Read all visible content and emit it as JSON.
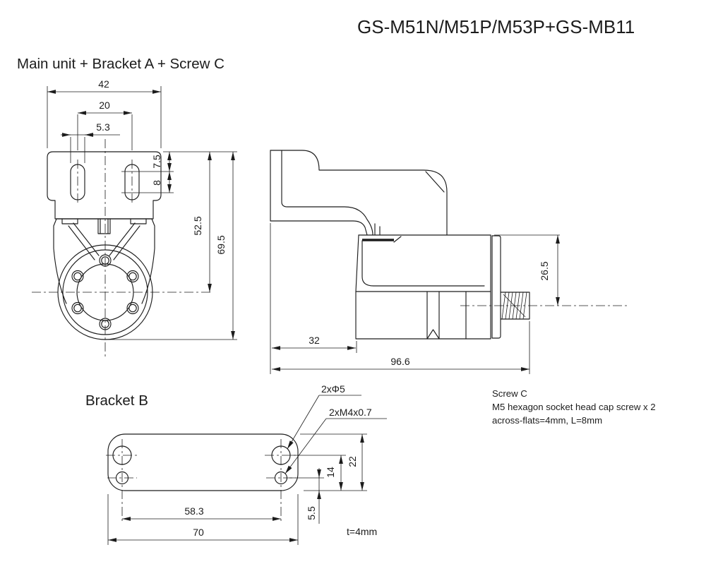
{
  "title": "GS-M51N/M51P/M53P+GS-MB11",
  "main_view": {
    "label": "Main unit + Bracket A + Screw C",
    "dims": {
      "bracket_width": "42",
      "slot_spacing": "20",
      "slot_width": "5.3",
      "slot_top_offset": "7.5",
      "slot_length": "8",
      "center_height": "52.5",
      "total_height": "69.5",
      "connector_height": "26.5",
      "bracket_depth": "32",
      "total_depth": "96.6"
    }
  },
  "bracket_b": {
    "label": "Bracket B",
    "dims": {
      "hole_callout": "2xΦ5",
      "thread_callout": "2xM4x0.7",
      "plate_height": "22",
      "hole_to_edge": "14",
      "hole_spacing": "58.3",
      "thread_to_edge": "5.5",
      "plate_width": "70",
      "thickness": "t=4mm"
    }
  },
  "screw_c": {
    "line1": "Screw C",
    "line2": "M5 hexagon socket head cap screw x 2",
    "line3": "across-flats=4mm, L=8mm"
  }
}
